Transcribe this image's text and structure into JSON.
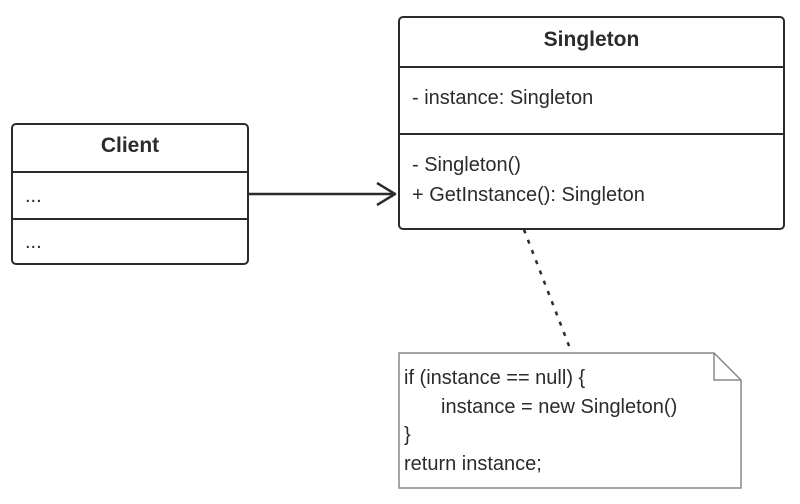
{
  "client": {
    "name": "Client",
    "fields": "...",
    "methods": "..."
  },
  "singleton": {
    "name": "Singleton",
    "fields": [
      "- instance: Singleton"
    ],
    "methods": [
      "- Singleton()",
      "+ GetInstance(): Singleton"
    ]
  },
  "note": {
    "lines": [
      "if (instance == null) {",
      "instance = new Singleton()",
      "}",
      "return instance;"
    ]
  },
  "colors": {
    "stroke": "#2b2b2b",
    "note_stroke": "#888888",
    "background": "#ffffff"
  }
}
